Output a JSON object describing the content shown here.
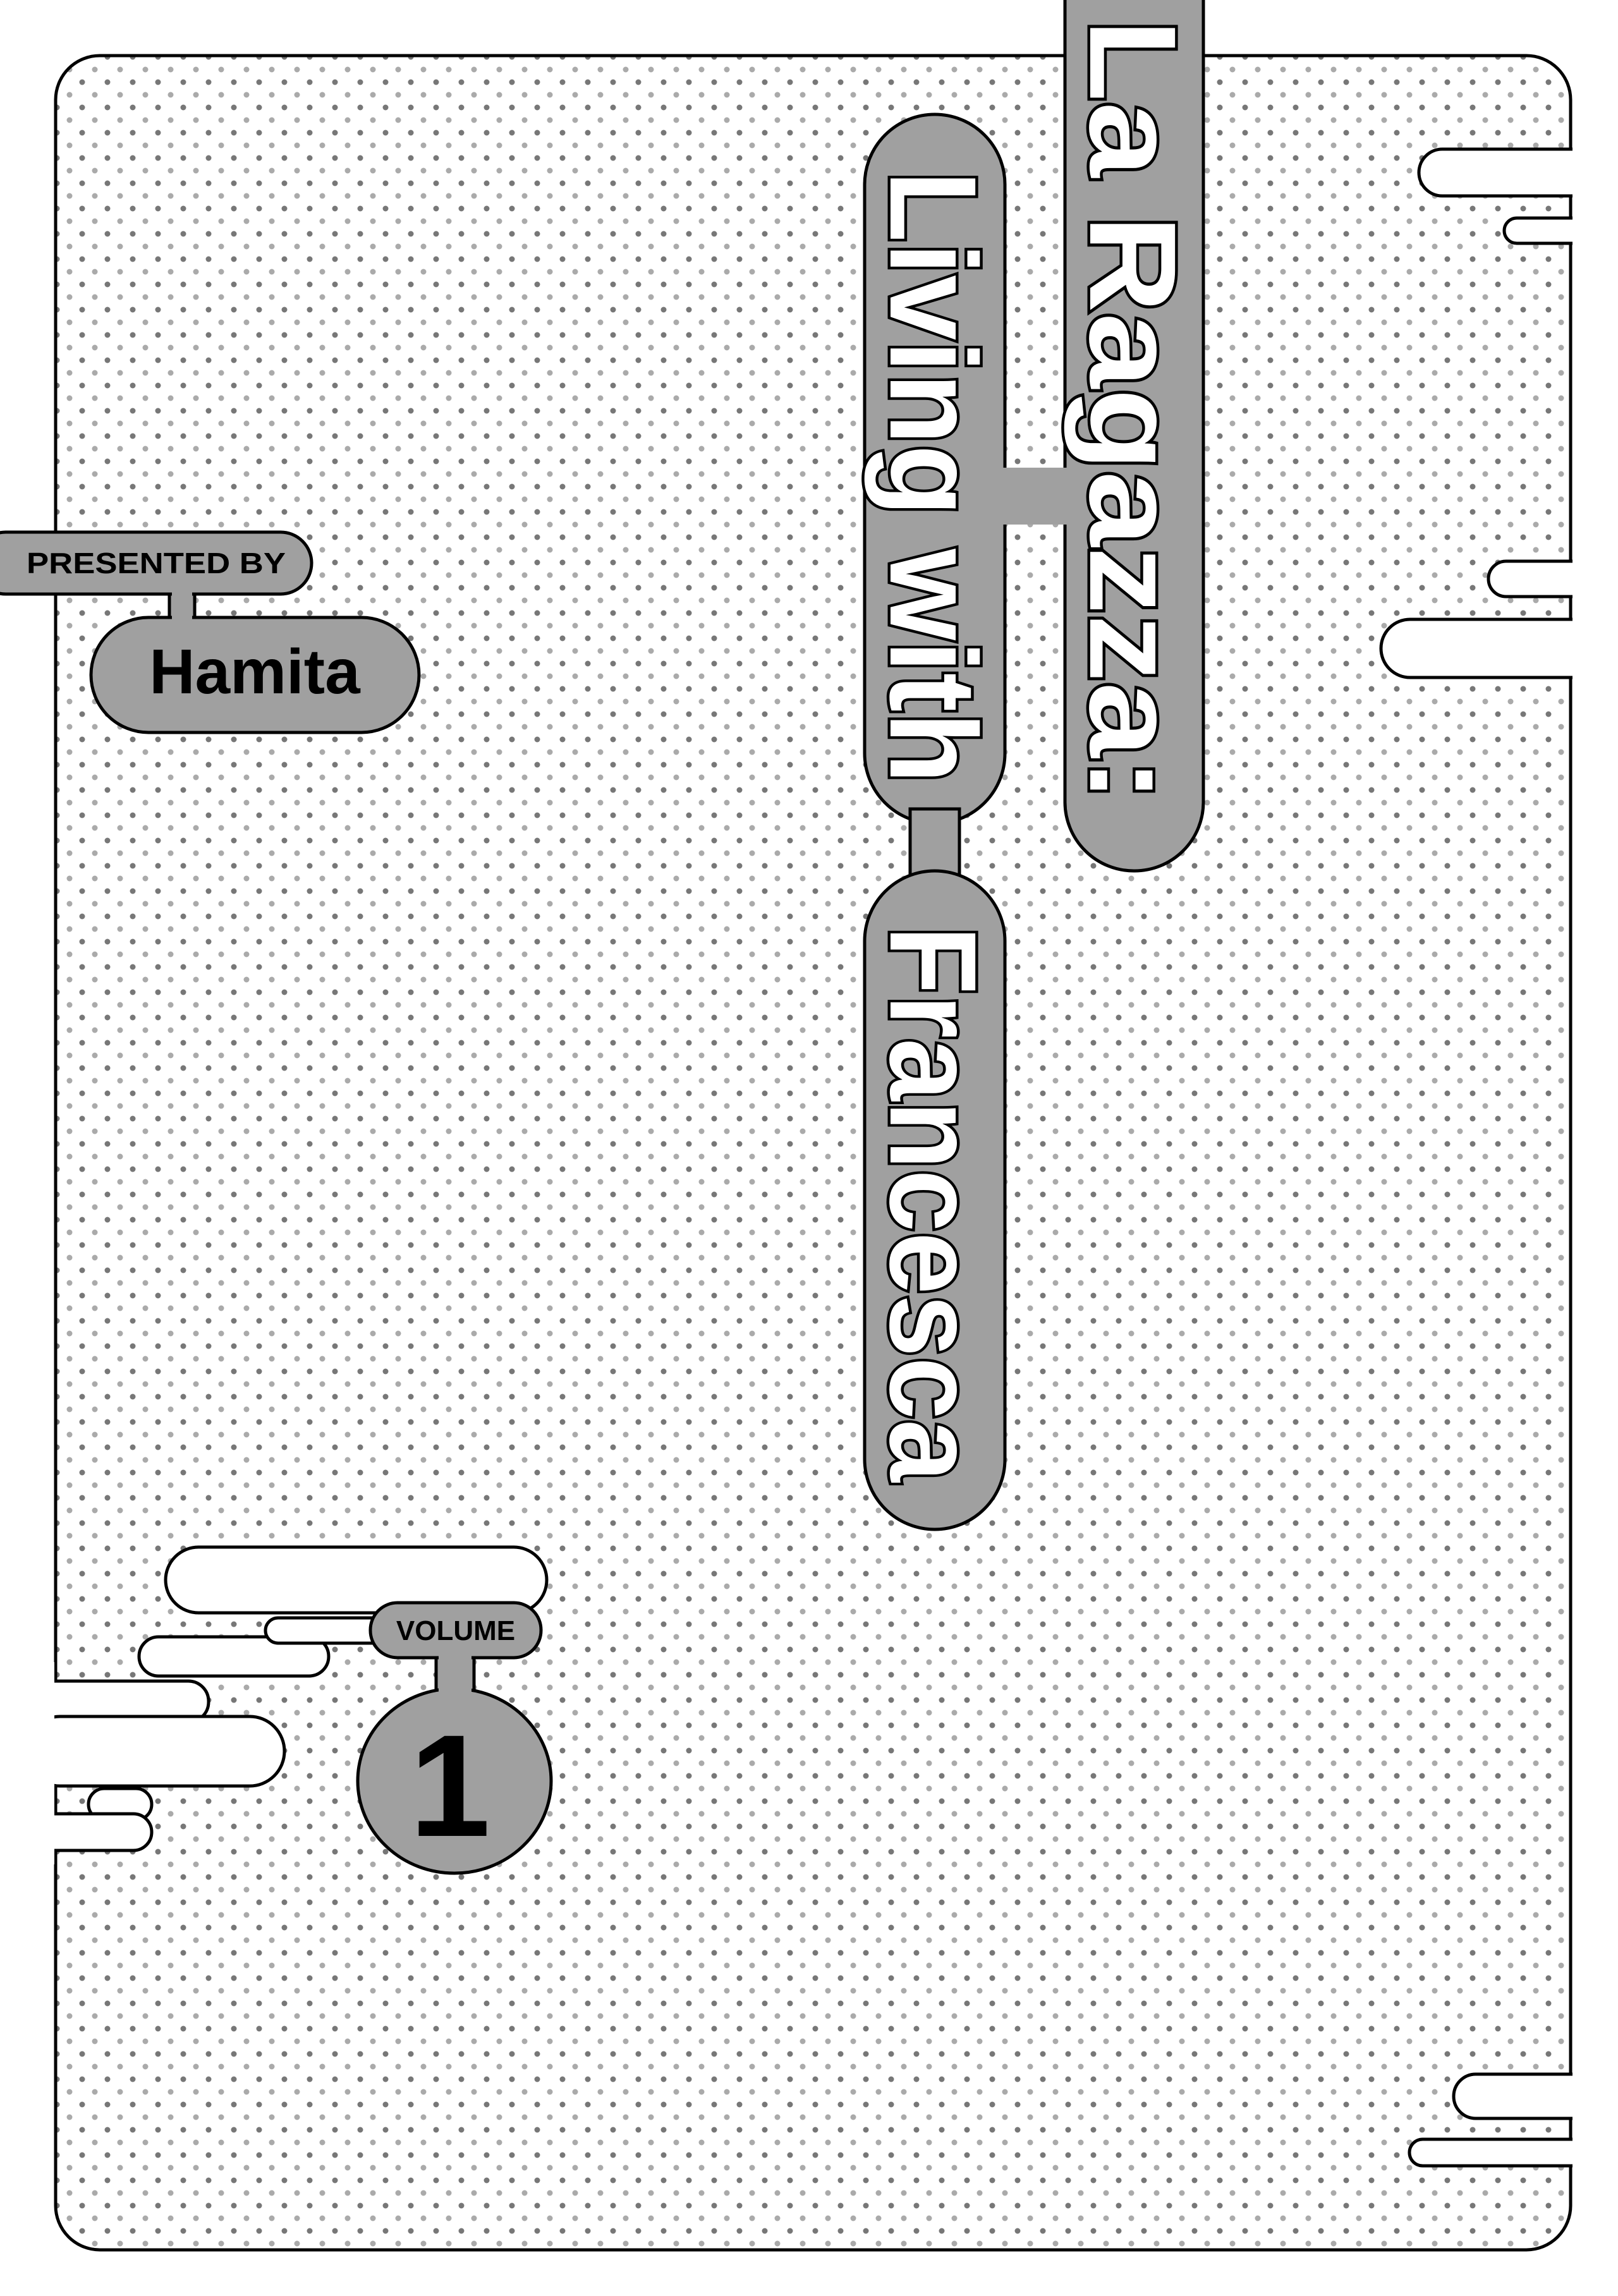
{
  "title": {
    "line1": "La Ragazza:",
    "line2": "Living with",
    "line3": "Francesca"
  },
  "credit": {
    "presented_by_label": "PRESENTED BY",
    "author": "Hamita"
  },
  "volume": {
    "label": "VOLUME",
    "number": "1"
  },
  "colors": {
    "pill_fill": "#a0a0a0",
    "outline": "#000000",
    "dot": "#808080"
  }
}
